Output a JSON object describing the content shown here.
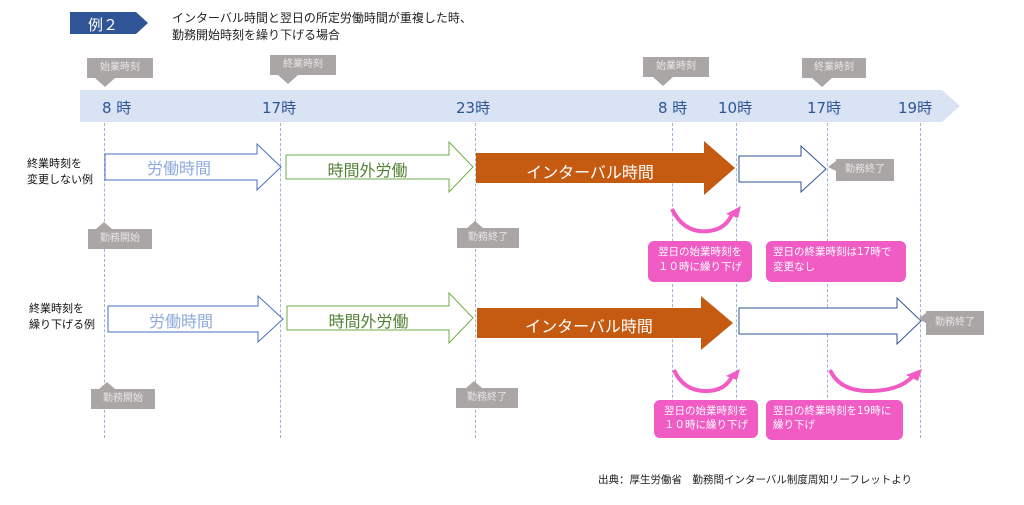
{
  "header": {
    "badge": "例２",
    "title_line1": "インターバル時間と翌日の所定労働時間が重複した時、",
    "title_line2": "勤務開始時刻を繰り下げる場合"
  },
  "timeline": {
    "ticks": [
      "8 時",
      "17時",
      "23時",
      "8 時",
      "10時",
      "17時",
      "19時"
    ],
    "top_callouts": [
      {
        "label": "始業時刻",
        "at": "8 時"
      },
      {
        "label": "終業時刻",
        "at": "17時"
      },
      {
        "label": "始業時刻",
        "at": "8 時 (翌日)"
      },
      {
        "label": "終業時刻",
        "at": "17時 (翌日)"
      }
    ]
  },
  "rows": [
    {
      "label_line1": "終業時刻を",
      "label_line2": "変更しない例",
      "arrows": [
        "労働時間",
        "時間外労働",
        "インターバル時間",
        ""
      ],
      "callouts": [
        "勤務開始",
        "勤務終了",
        "勤務終了"
      ],
      "notes": [
        {
          "line1": "翌日の始業時刻を",
          "line2": "１０時に繰り下げ"
        },
        {
          "line1": "翌日の終業時刻は17時で",
          "line2": "変更なし"
        }
      ]
    },
    {
      "label_line1": "終業時刻を",
      "label_line2": "繰り下げる例",
      "arrows": [
        "労働時間",
        "時間外労働",
        "インターバル時間",
        ""
      ],
      "callouts": [
        "勤務開始",
        "勤務終了",
        "勤務終了"
      ],
      "notes": [
        {
          "line1": "翌日の始業時刻を",
          "line2": "１０時に繰り下げ"
        },
        {
          "line1": "翌日の終業時刻を19時に",
          "line2": "繰り下げ"
        }
      ]
    }
  ],
  "source": "出典：厚生労働省　勤務間インターバル制度周知リーフレットより",
  "colors": {
    "badge": "#2f5597",
    "timeline_band": "#dae3f3",
    "work_arrow": "#4472c4",
    "overtime_arrow": "#70ad47",
    "interval_arrow": "#c55a11",
    "callout": "#a9a6a5",
    "note_pink": "#f05bc4"
  }
}
